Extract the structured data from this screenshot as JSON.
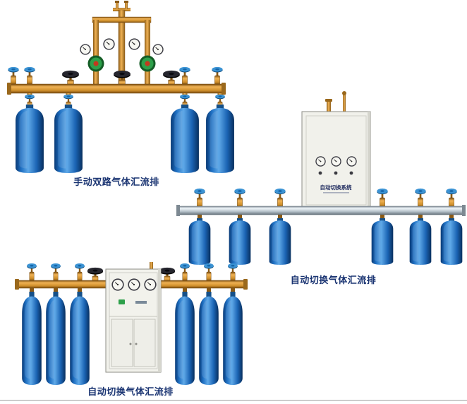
{
  "page": {
    "background": "#ffffff",
    "bottom_rule_color": "#cccccc"
  },
  "figures": {
    "manual_dual": {
      "caption": "手动双路气体汇流排"
    },
    "auto_wall": {
      "caption": "自动切换气体汇流排",
      "cabinet_label": "自动切换系统"
    },
    "auto_floor": {
      "caption": "自动切换气体汇流排"
    }
  },
  "colors": {
    "caption_text": "#1a3472",
    "cylinder_blue": "#1e6fc2",
    "brass": "#d99c35",
    "regulator_green": "#2da04a",
    "manifold_silver": "#b9c5cd",
    "cabinet_body": "#f1f1eb"
  }
}
